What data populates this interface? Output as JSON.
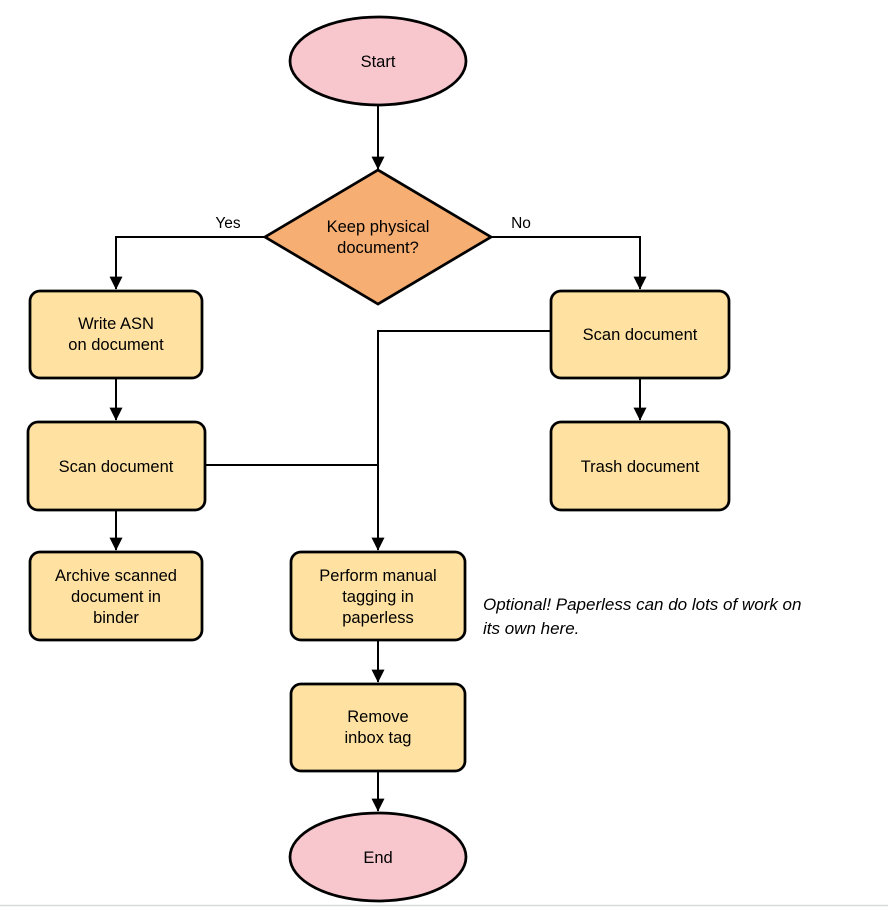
{
  "diagram": {
    "branch_labels": {
      "yes": "Yes",
      "no": "No"
    },
    "nodes": {
      "start": "Start",
      "decision_line1": "Keep physical",
      "decision_line2": "document?",
      "write_asn_line1": "Write ASN",
      "write_asn_line2": "on document",
      "scan_left": "Scan document",
      "archive_line1": "Archive scanned",
      "archive_line2": "document in",
      "archive_line3": "binder",
      "scan_right": "Scan document",
      "trash": "Trash document",
      "tagging_line1": "Perform manual",
      "tagging_line2": "tagging in",
      "tagging_line3": "paperless",
      "remove_line1": "Remove",
      "remove_line2": "inbox tag",
      "end": "End",
      "annotation_line1": "Optional! Paperless can do lots of work on",
      "annotation_line2": "its own here."
    },
    "colors": {
      "terminal_fill": "#F8C7CE",
      "decision_fill": "#F6AE73",
      "process_fill": "#FFE2A2",
      "stroke": "#000000"
    }
  }
}
